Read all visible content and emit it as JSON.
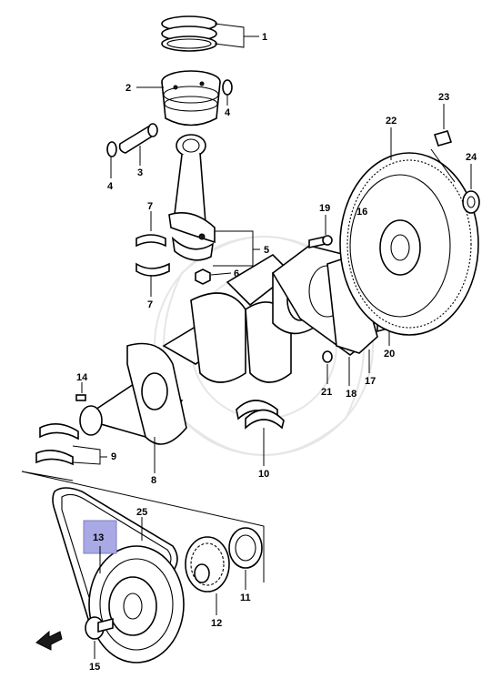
{
  "diagram": {
    "highlight_color": "#a9a9e6",
    "labels": {
      "p1": "1",
      "p2": "2",
      "p3": "3",
      "p4a": "4",
      "p4b": "4",
      "p5": "5",
      "p6": "6",
      "p7a": "7",
      "p7b": "7",
      "p8": "8",
      "p9": "9",
      "p10": "10",
      "p11": "11",
      "p12": "12",
      "p13": "13",
      "p14": "14",
      "p15": "15",
      "p16": "16",
      "p17": "17",
      "p18": "18",
      "p19": "19",
      "p20": "20",
      "p21": "21",
      "p22": "22",
      "p23": "23",
      "p24": "24",
      "p25": "25"
    },
    "selected_part": "13"
  }
}
